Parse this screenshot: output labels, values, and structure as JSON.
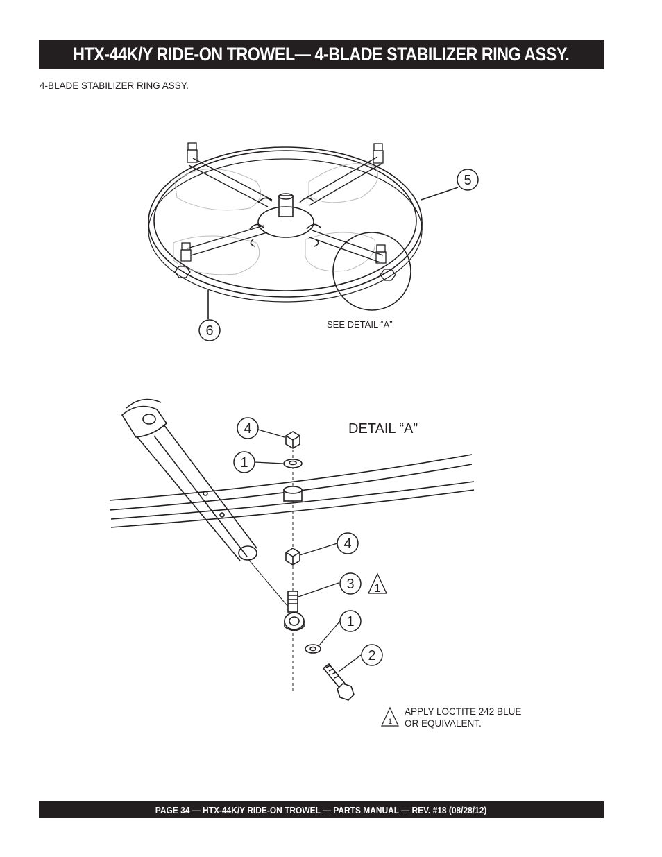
{
  "header": {
    "title": "HTX-44K/Y  RIDE-ON TROWEL— 4-BLADE STABILIZER RING ASSY."
  },
  "subtitle": "4-BLADE STABILIZER RING ASSY.",
  "figure_top": {
    "callouts": [
      "5",
      "6"
    ],
    "see_detail": "SEE DETAIL “A”"
  },
  "figure_detail": {
    "title": "DETAIL “A”",
    "callouts": [
      "4",
      "1",
      "4",
      "3",
      "1",
      "2"
    ],
    "note_marker": "1",
    "note_line1": "APPLY LOCTITE 242 BLUE",
    "note_line2": "OR EQUIVALENT."
  },
  "footer": {
    "text": "PAGE 34 — HTX-44K/Y RIDE-ON TROWEL — PARTS  MANUAL — REV. #18 (08/28/12)"
  }
}
